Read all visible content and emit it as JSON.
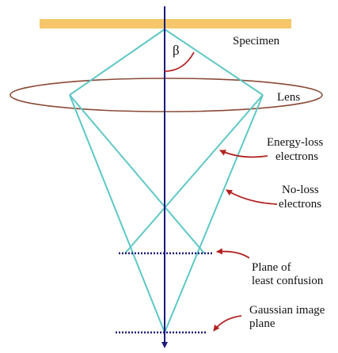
{
  "diagram": {
    "labels": {
      "specimen": "Specimen",
      "beta": "β",
      "lens": "Lens",
      "energy_loss_1": "Energy-loss",
      "energy_loss_2": "electrons",
      "no_loss_1": "No-loss",
      "no_loss_2": "electrons",
      "plane_confusion_1": "Plane of",
      "plane_confusion_2": "least confusion",
      "gaussian_1": "Gaussian image",
      "gaussian_2": "plane"
    },
    "colors": {
      "specimen": "#f5c76a",
      "optic_axis": "#1a1a7a",
      "rays": "#5ec8c4",
      "lens": "#8a4a36",
      "pointer_arrows": "#b22222",
      "planes": "#1a1a7a"
    }
  }
}
